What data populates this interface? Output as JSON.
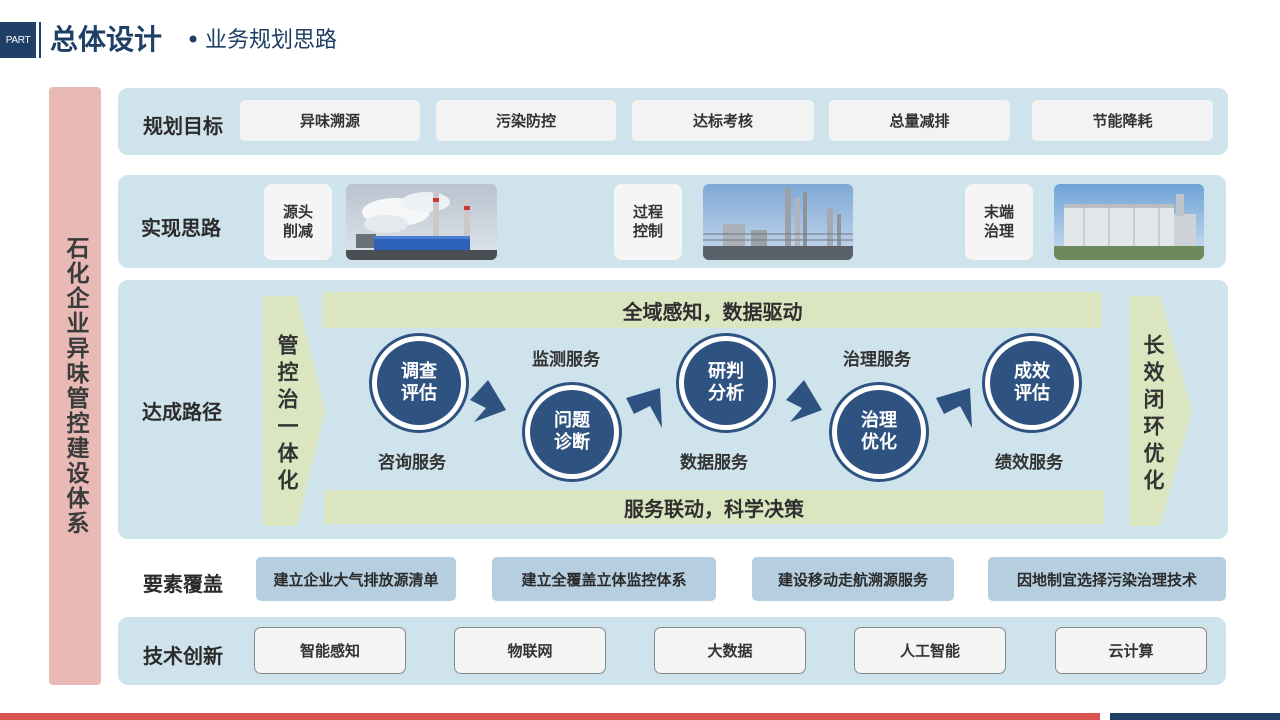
{
  "header": {
    "part_tag": "PART",
    "title": "总体设计",
    "dot": "•",
    "subtitle": "业务规划思路"
  },
  "vertical_title": "石化企业异味管控建设体系",
  "rows": {
    "goals": {
      "label": "规划目标",
      "items": [
        "异味溯源",
        "污染防控",
        "达标考核",
        "总量减排",
        "节能降耗"
      ]
    },
    "approach": {
      "label": "实现思路",
      "items": [
        {
          "label": "源头削减",
          "photo": "power-plant-chimneys-photo"
        },
        {
          "label": "过程控制",
          "photo": "refinery-towers-photo"
        },
        {
          "label": "末端治理",
          "photo": "treatment-facility-photo"
        }
      ]
    },
    "path": {
      "label": "达成路径",
      "top_band": "全域感知，数据驱动",
      "bottom_band": "服务联动，科学决策",
      "left_side": "管控治一体化",
      "right_side": "长效闭环优化",
      "steps": [
        "调查评估",
        "问题诊断",
        "研判分析",
        "治理优化",
        "成效评估"
      ],
      "services_top": [
        "监测服务",
        "治理服务"
      ],
      "services_bottom": [
        "咨询服务",
        "数据服务",
        "绩效服务"
      ]
    },
    "elements": {
      "label": "要素覆盖",
      "items": [
        "建立企业大气排放源清单",
        "建立全覆盖立体监控体系",
        "建设移动走航溯源服务",
        "因地制宜选择污染治理技术"
      ]
    },
    "tech": {
      "label": "技术创新",
      "items": [
        "智能感知",
        "物联网",
        "大数据",
        "人工智能",
        "云计算"
      ]
    }
  },
  "colors": {
    "navy": "#1f3f66",
    "circle_blue": "#2f5381",
    "panel_blue": "#cfe3ec",
    "band_green": "#dbe6c0",
    "vertical_bar": "#e8b9b5",
    "footer_red": "#d9534f"
  }
}
